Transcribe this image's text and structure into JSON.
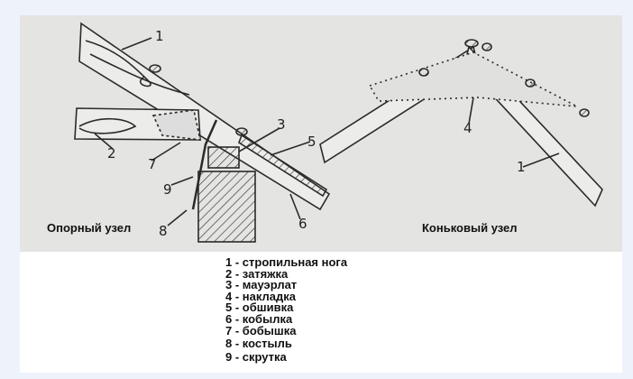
{
  "captions": {
    "support": "Опорный узел",
    "ridge": "Коньковый узел"
  },
  "numbers": {
    "n1": "1",
    "n2": "2",
    "n3": "3",
    "n4": "4",
    "n5": "5",
    "n6": "6",
    "n7": "7",
    "n8": "8",
    "n9": "9",
    "r1": "1"
  },
  "legend": [
    "1 - стропильная нога",
    "2 - затяжка",
    "3 - мауэрлат",
    "4 - накладка",
    "5 - обшивка",
    "6 - кобылка",
    "7 - бобышка",
    "8 - костыль",
    "9 - скрутка"
  ]
}
